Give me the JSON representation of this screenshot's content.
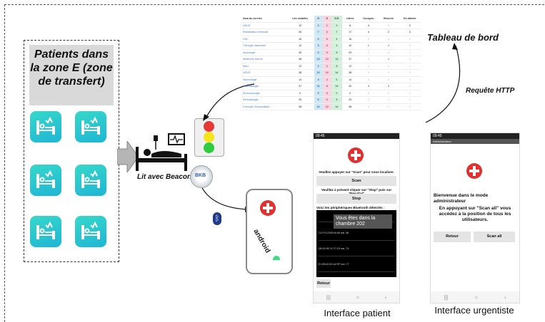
{
  "zone": {
    "title": "Patients dans la zone E (zone de transfert)"
  },
  "bed_label": "Lit avec Beacon",
  "beacon_text": "BKB",
  "android_text": "android",
  "bluetooth_glyph": "ᛒ",
  "dashboard": {
    "title": "Tableau de bord",
    "columns": [
      "Nom du service",
      "Lits installés",
      "O",
      "S",
      "D.E",
      "Libres",
      "Occupés",
      "Réservé",
      "En attente"
    ],
    "rows": [
      [
        "UHCD",
        "12",
        "2",
        "2",
        "3",
        "6",
        "4",
        "0",
        "2"
      ],
      [
        "Réanimation médicale",
        "26",
        "7",
        "3",
        "7",
        "17",
        "4",
        "2",
        "3"
      ],
      [
        "USC",
        "16",
        "6",
        "6",
        "4",
        "16",
        "0",
        "0",
        "0"
      ],
      [
        "Chirurgie Vasculaire",
        "12",
        "3",
        "3",
        "4",
        "10",
        "1",
        "1",
        "0"
      ],
      [
        "Neurologie",
        "20",
        "6",
        "6",
        "8",
        "20",
        "0",
        "0",
        "0"
      ],
      [
        "Médecine Interne",
        "38",
        "12",
        "12",
        "13",
        "37",
        "0",
        "1",
        "0"
      ],
      [
        "MAU",
        "12",
        "2",
        "2",
        "8",
        "12",
        "0",
        "0",
        "0"
      ],
      [
        "UPUG",
        "38",
        "12",
        "12",
        "14",
        "38",
        "0",
        "0",
        "0"
      ],
      [
        "Néphrologie",
        "14",
        "4",
        "4",
        "6",
        "14",
        "0",
        "0",
        "0"
      ],
      [
        "Rhumatologie",
        "37",
        "11",
        "8",
        "13",
        "32",
        "3",
        "2",
        "0"
      ],
      [
        "Endocrinologie",
        "0",
        "0",
        "0",
        "0",
        "0",
        "0",
        "0",
        "0"
      ],
      [
        "Dermatologie",
        "20",
        "6",
        "6",
        "8",
        "20",
        "0",
        "0",
        "0"
      ],
      [
        "Chirurgie Orthopédique",
        "38",
        "12",
        "12",
        "14",
        "38",
        "0",
        "0",
        "0"
      ]
    ]
  },
  "http_request": "Requête HTTP",
  "patient": {
    "status_time": "09:45",
    "instruction1": "Veuillez appuyer sur \"Scan\" pour vous localiser.",
    "scan_button": "Scan",
    "instruction2": "Veuillez à présent cliquer sur \"Stop\" puis sur \"Résultat\"",
    "stop_button": "Stop",
    "devices_label": "Voici les périphériques Bluetooth détectés :",
    "toast": "Vous êtes dans la chambre 202",
    "devices": [
      "",
      "C4:F3:12:B5:9A:66 rssi -68",
      "D8:2A:9E:11:7C:03 rssi -74",
      "E1:5B:60:3D:A2:9F rssi -77"
    ],
    "back_button": "Retour",
    "caption": "Interface patient"
  },
  "urgentist": {
    "status_time": "09:45",
    "header": "Administrateur",
    "welcome": "Bienvenue dans le mode administrateur",
    "info": "En appuyant sur \"Scan all\" vous accédez à la position de tous les utilisateurs.",
    "back_button": "Retour",
    "scan_all_button": "Scan all",
    "caption": "Interface urgentiste"
  },
  "colors": {
    "red": "#e53935",
    "yellow": "#f5e31b",
    "green": "#2ecc40",
    "teal": "#29c4cf"
  }
}
